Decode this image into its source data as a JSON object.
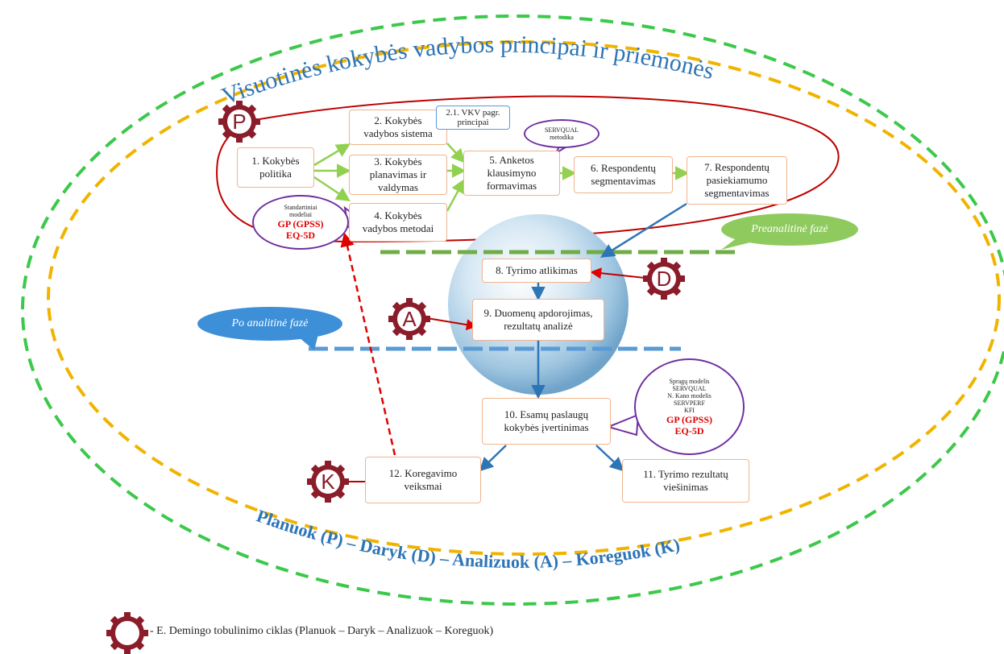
{
  "title": "Visuotinės kokybės vadybos principai ir priemonės",
  "cycle_caption": "Planuok (P) – Daryk (D) – Analizuok (A) – Koreguok (K)",
  "phases": {
    "pre": "Preanalitinė fazė",
    "post": "Po analitinė fazė"
  },
  "boxes": {
    "b1": "1. Kokybės\npolitika",
    "b2": "2. Kokybės\nvadybos sistema",
    "b21": "2.1. VKV pagr.\nprincipai",
    "b3": "3. Kokybės\nplanavimas ir\nvaldymas",
    "b4": "4. Kokybės\nvadybos metodai",
    "b5": "5. Anketos\nklausimyno\nformavimas",
    "b6": "6. Respondentų\nsegmentavimas",
    "b7": "7. Respondentų\npasiekiamumo\nsegmentavimas",
    "b8": "8. Tyrimo  atlikimas",
    "b9": "9. Duomenų apdorojimas,\nrezultatų analizė",
    "b10": "10. Esamų paslaugų\nkokybės įvertinimas",
    "b11": "11. Tyrimo rezultatų\nviešinimas",
    "b12": "12. Koregavimo\nveiksmai"
  },
  "bubbles": {
    "servqual": "SERVQUAL\nmetodika",
    "standards_small": "Standartiniai\nmodeliai",
    "standards_red": "GP (GPSS)\nEQ-5D",
    "models_small": "Spragų modelis\nSERVQUAL\nN. Kano modelis\nSERVPERF\nKFI",
    "models_red": "GP (GPSS)\nEQ-5D"
  },
  "gears": {
    "p": "P",
    "d": "D",
    "a": "A",
    "k": "K"
  },
  "legend": "- E. Demingo tobulinimo ciklas (Planuok – Daryk – Analizuok – Koreguok)",
  "colors": {
    "green_dash": "#3cc84a",
    "yellow_dash": "#f0b400",
    "title_blue": "#2e75b6",
    "gear": "#8b1c2a",
    "loop_red": "#c00000",
    "box_border": "#f0b48c",
    "bubble_border": "#7030a0"
  }
}
